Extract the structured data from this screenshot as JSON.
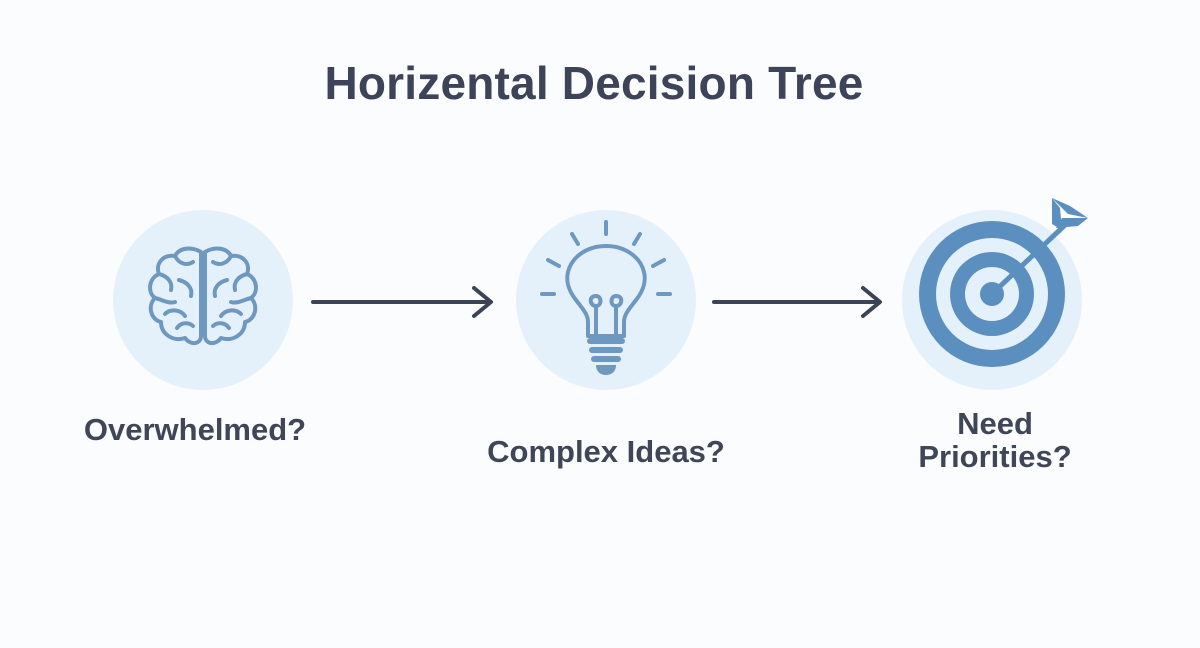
{
  "diagram": {
    "title": "Horizental Decision Tree",
    "colors": {
      "background": "#fbfcfd",
      "circle_fill": "#e5f1fa",
      "icon_stroke": "#6d98bf",
      "icon_fill": "#5b8fbf",
      "arrow": "#3b4356",
      "text": "#3f4658"
    },
    "nodes": [
      {
        "icon": "brain-icon",
        "label": "Overwhelmed?"
      },
      {
        "icon": "lightbulb-icon",
        "label": "Complex Ideas?"
      },
      {
        "icon": "target-icon",
        "label_line1": "Need",
        "label_line2": "Priorities?"
      }
    ],
    "edges": [
      {
        "from": "Overwhelmed?",
        "to": "Complex Ideas?"
      },
      {
        "from": "Complex Ideas?",
        "to": "Need Priorities?"
      }
    ]
  }
}
